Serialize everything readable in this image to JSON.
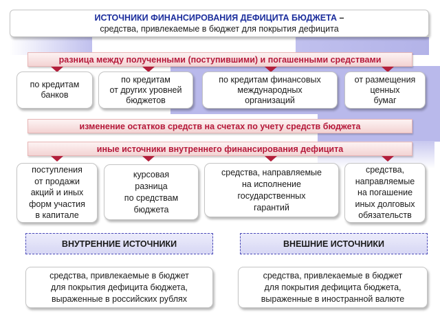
{
  "title": {
    "heading": "ИСТОЧНИКИ ФИНАНСИРОВАНИЯ ДЕФИЦИТА БЮДЖЕТА",
    "dash": " –",
    "subtitle": "средства, привлекаемые в бюджет для покрытия дефицита"
  },
  "bars": {
    "difference": "разница между полученными (поступившими) и погашенными средствами",
    "balance_change": "изменение остатков средств на счетах по учету средств бюджета",
    "other_internal": "иные источники внутреннего финансирования дефицита"
  },
  "credit_sources": [
    [
      "по кредитам",
      "банков"
    ],
    [
      "по кредитам",
      "от других уровней",
      "бюджетов"
    ],
    [
      "по кредитам финансовых",
      "международных",
      "организаций"
    ],
    [
      "от размещения",
      "ценных",
      "бумаг"
    ]
  ],
  "other_sources": [
    [
      "поступления",
      "от продажи",
      "акций и иных",
      "форм участия",
      "в капитале"
    ],
    [
      "курсовая",
      "разница",
      "по средствам",
      "бюджета"
    ],
    [
      "средства, направляемые",
      "на исполнение",
      "государственных",
      "гарантий"
    ],
    [
      "средства,",
      "направляемые",
      "на погашение",
      "иных долговых",
      "обязательств"
    ]
  ],
  "internal": {
    "header": "ВНУТРЕННИЕ ИСТОЧНИКИ",
    "description": [
      "средства, привлекаемые в бюджет",
      "для покрытия дефицита бюджета,",
      "выраженные в российских рублях"
    ]
  },
  "external": {
    "header": "ВНЕШНИЕ ИСТОЧНИКИ",
    "description": [
      "средства, привлекаемые в бюджет",
      "для покрытия дефицита бюджета,",
      "выраженные в иностранной валюте"
    ]
  },
  "colors": {
    "title_text": "#1b2d9c",
    "bar_text": "#b5193a",
    "arrow": "#b21f3b",
    "background_band": "#b9b9eb",
    "header_border": "#4a4ab8"
  }
}
